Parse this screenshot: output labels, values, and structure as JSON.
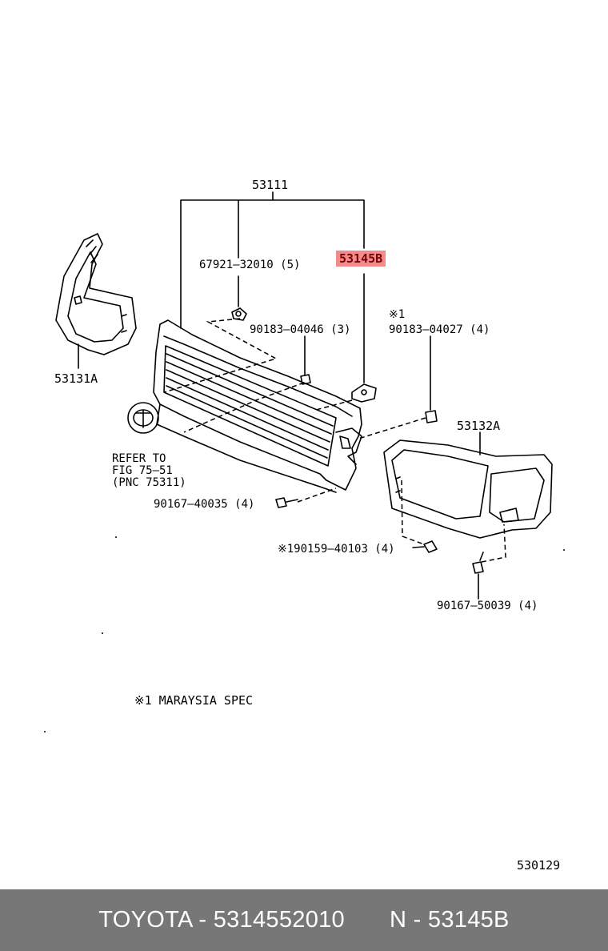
{
  "labels": {
    "part_53111": "53111",
    "part_67921": "67921–32010 (5)",
    "part_53145B": "53145B",
    "note_1a": "※1",
    "part_90183_04027": "90183–04027 (4)",
    "part_90183_04046": "90183–04046 (3)",
    "part_53131A": "53131A",
    "part_53132A": "53132A",
    "refer_line1": "REFER TO",
    "refer_line2": "FIG 75–51",
    "refer_line3": "(PNC 75311)",
    "part_90167_40035": "90167–40035 (4)",
    "part_90159_40103": "※190159–40103 (4)",
    "part_90167_50039": "90167–50039 (4)",
    "footnote": "※1   MARAYSIA SPEC",
    "diagram_id": "530129"
  },
  "footer": {
    "brand_part": "TOYOTA - 5314552010",
    "ref": "N - 53145B"
  },
  "colors": {
    "highlight": "#f28b8b",
    "footer_bg": "#777777"
  }
}
